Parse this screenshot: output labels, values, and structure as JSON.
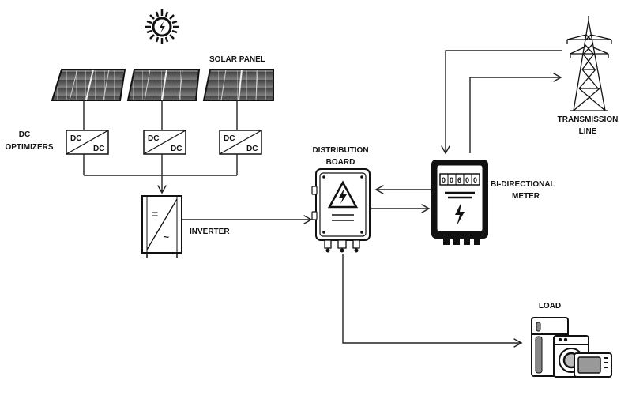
{
  "labels": {
    "solar_panel": "SOLAR PANEL",
    "dc_optimizers_line1": "DC",
    "dc_optimizers_line2": "OPTIMIZERS",
    "inverter": "INVERTER",
    "distribution_board_line1": "DISTRIBUTION",
    "distribution_board_line2": "BOARD",
    "bidirectional_meter_line1": "BI-DIRECTIONAL",
    "bidirectional_meter_line2": "METER",
    "transmission_line_line1": "TRANSMISSION",
    "transmission_line_line2": "LINE",
    "load": "LOAD"
  },
  "optimizer_text": {
    "in": "DC",
    "out": "DC"
  },
  "inverter_symbols": {
    "dc": "=",
    "ac": "~"
  },
  "meter_digits": [
    "0",
    "0",
    "6",
    "0",
    "0"
  ],
  "icons": {
    "sun": "sun-icon",
    "panel": "solar-panel-icon",
    "optimizer": "dc-optimizer-icon",
    "inverter": "inverter-icon",
    "distribution_board": "distribution-board-icon",
    "meter": "bidirectional-meter-icon",
    "tower": "transmission-tower-icon",
    "load": "appliances-icon"
  }
}
